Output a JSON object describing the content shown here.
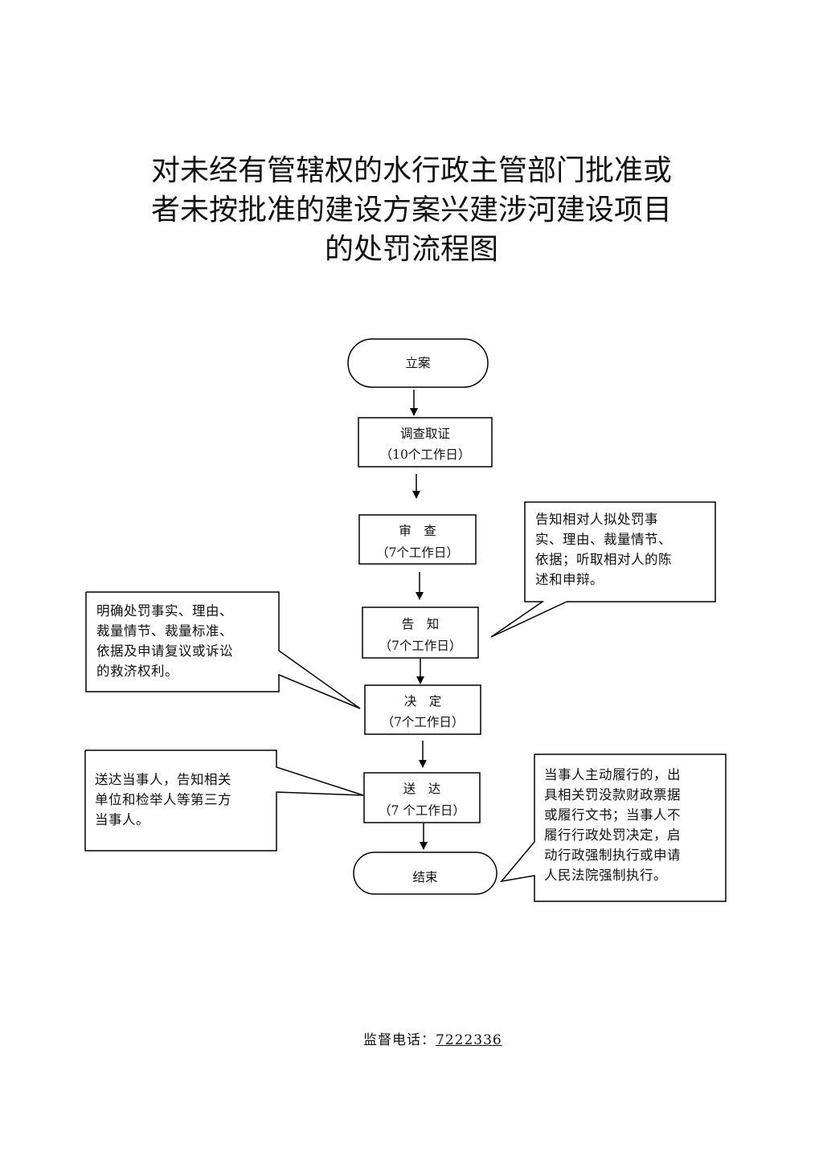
{
  "title": {
    "line1": "对未经有管辖权的水行政主管部门批准或",
    "line2": "者未按批准的建设方案兴建涉河建设项目",
    "line3": "的处罚流程图"
  },
  "nodes": {
    "start": {
      "label": "立案"
    },
    "investigate": {
      "label": "调查取证",
      "duration": "（10个工作日）"
    },
    "review": {
      "label": "审　查",
      "duration": "（7个工作日）"
    },
    "notify": {
      "label": "告　知",
      "duration": "（7个工作日）"
    },
    "decide": {
      "label": "决　定",
      "duration": "（7个工作日）"
    },
    "deliver": {
      "label": "送　达",
      "duration": "（7 个工作日）"
    },
    "end": {
      "label": "结束"
    }
  },
  "notes": {
    "notify_right": [
      "告知相对人拟处罚事",
      "实、理由、裁量情节、",
      "依据；听取相对人的陈",
      "述和申辩。"
    ],
    "decide_left": [
      "明确处罚事实、理由、",
      "裁量情节、裁量标准、",
      "依据及申请复议或诉讼",
      "的救济权利。"
    ],
    "deliver_left": [
      "送达当事人，告知相关",
      "单位和检举人等第三方",
      "当事人。"
    ],
    "end_right": [
      "当事人主动履行的，出",
      "具相关罚没款财政票据",
      "或履行文书；当事人不",
      "履行行政处罚决定，启",
      "动行政强制执行或申请",
      "人民法院强制执行。"
    ]
  },
  "footer": {
    "label": "监督电话：",
    "phone": "7222336"
  }
}
